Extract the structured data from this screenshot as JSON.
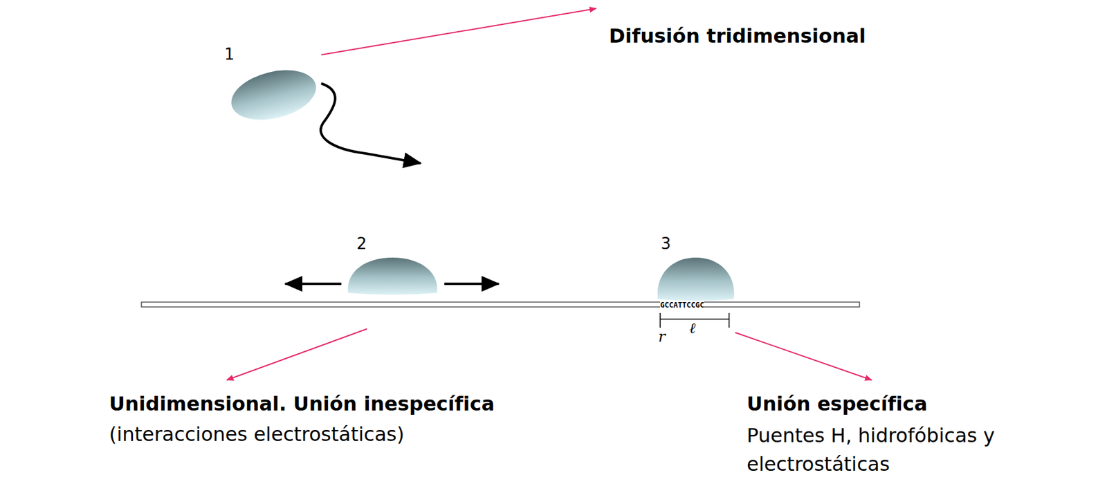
{
  "diagram": {
    "nodes": [
      {
        "text": [
          "1"
        ]
      },
      {
        "text": [
          "2"
        ]
      },
      {
        "text": [
          "3"
        ]
      }
    ],
    "labels": [
      "Difusión tridimensional",
      "Unidimensional. Unión inespecífica",
      "(interacciones electrostáticas)",
      "Unión específica",
      "Puentes H, hidrofóbicas y electrostáticas",
      "GCCATTCCGC",
      "r",
      "ℓ"
    ]
  }
}
